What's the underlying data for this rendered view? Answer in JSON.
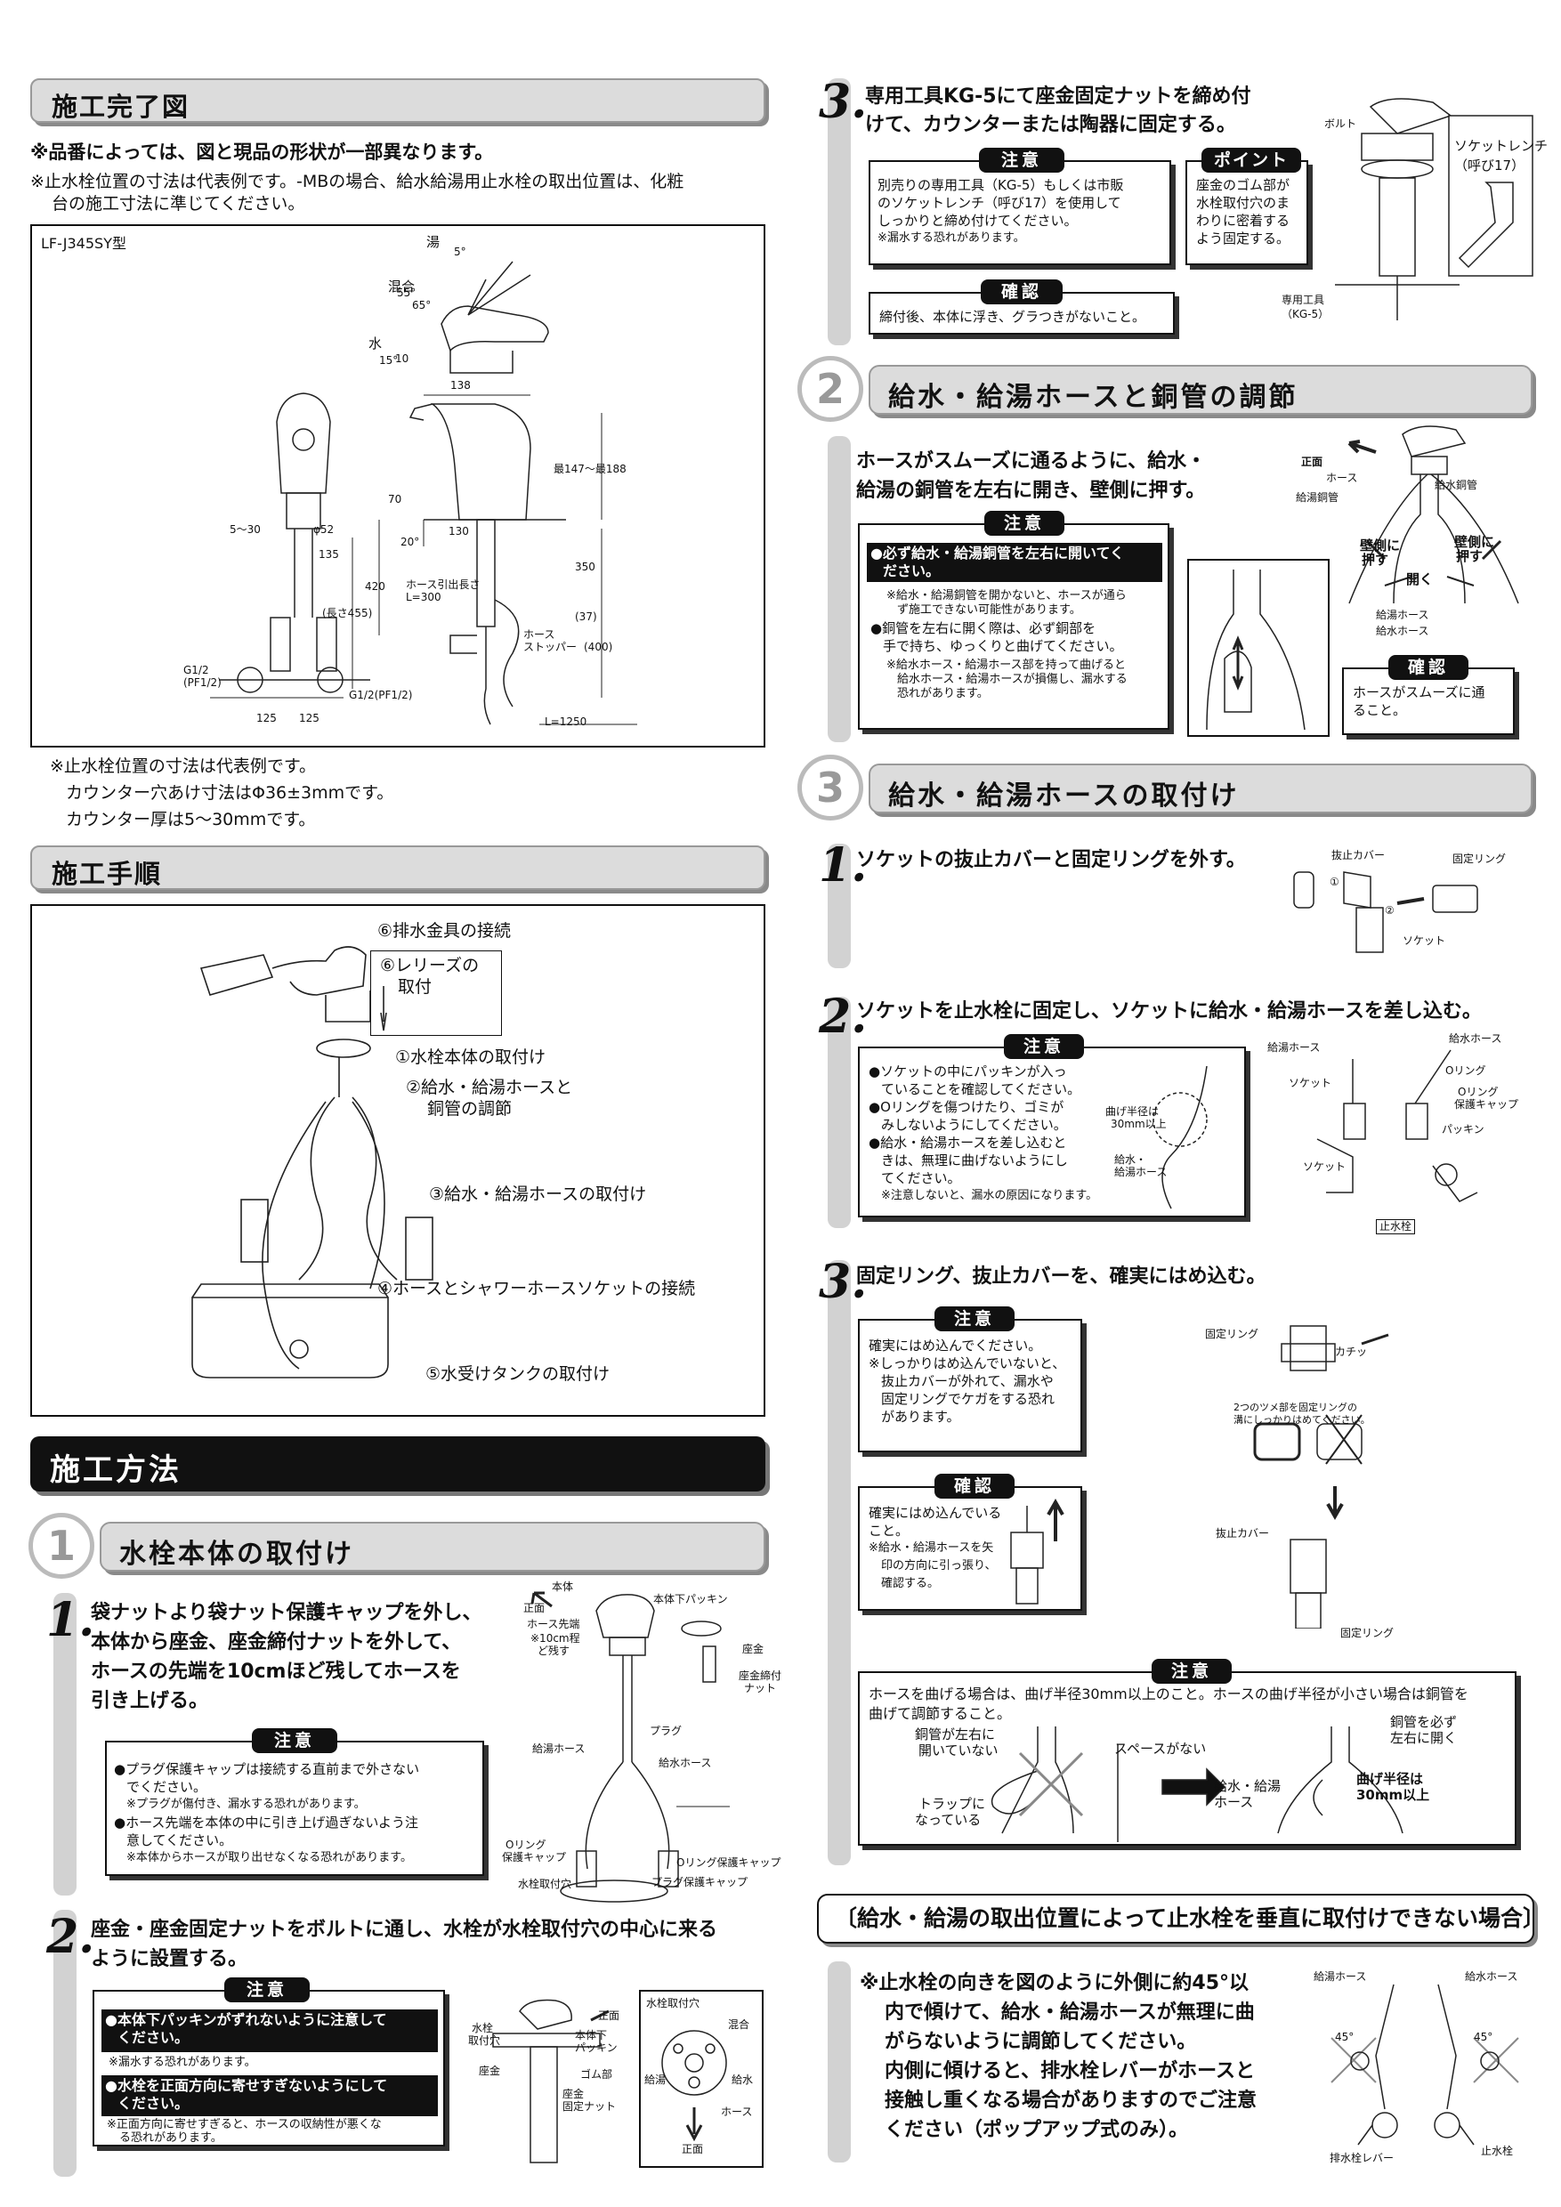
{
  "left": {
    "complete_title": "施工完了図",
    "complete_note1": "※品番によっては、図と現品の形状が一部異なります。",
    "complete_note2a": "※止水栓位置の寸法は代表例です。-MBの場合、給水給湯用止水栓の取出位置は、化粧",
    "complete_note2b": "台の施工寸法に準じてください。",
    "model": "LF-J345SY型",
    "dims": {
      "hot": "湯",
      "mix": "混合",
      "water": "水",
      "a5": "5°",
      "a55": "55°",
      "a65": "65°",
      "a15": "15°",
      "a10": "10",
      "w138": "138",
      "h188": "最147～最188",
      "h70": "70",
      "a20": "20°",
      "w130": "130",
      "r530": "5～30",
      "d52": "φ52",
      "h135": "135",
      "h420": "420",
      "h350": "350",
      "hose_len": "ホース引出長さ",
      "l300": "L=300",
      "len455": "(長さ455)",
      "h37": "(37)",
      "stopper1": "ホース",
      "stopper2": "ストッパー",
      "h400": "(400)",
      "g12a": "G1/2",
      "pf12a": "(PF1/2)",
      "g12b": "G1/2(PF1/2)",
      "w125a": "125",
      "w125b": "125",
      "l1250": "L=1250"
    },
    "after_note1": "※止水栓位置の寸法は代表例です。",
    "after_note2": "カウンター穴あけ寸法はΦ36±3mmです。",
    "after_note3": "カウンター厚は5～30mmです。",
    "proc_title": "施工手順",
    "proc": {
      "p6": "⑥排水金具の接続",
      "p6b1": "⑥レリーズの",
      "p6b2": "取付",
      "p1": "①水栓本体の取付け",
      "p2a": "②給水・給湯ホースと",
      "p2b": "銅管の調節",
      "p3": "③給水・給湯ホースの取付け",
      "p4": "④ホースとシャワーホースソケットの接続",
      "p5": "⑤水受けタンクの取付け"
    },
    "method_title": "施工方法",
    "s1_num": "1",
    "s1_title": "水栓本体の取付け",
    "s1_1_num": "1.",
    "s1_1_l1": "袋ナットより袋ナット保護キャップを外し、",
    "s1_1_l2": "本体から座金、座金締付ナットを外して、",
    "s1_1_l3": "ホースの先端を10cmほど残してホースを",
    "s1_1_l4": "引き上げる。",
    "caution": "注意",
    "s1_1_c1": "●プラグ保護キャップは接続する直前まで外さない",
    "s1_1_c1b": "でください。",
    "s1_1_c1n": "※プラグが傷付き、漏水する恐れがあります。",
    "s1_1_c2": "●ホース先端を本体の中に引き上げ過ぎないよう注",
    "s1_1_c2b": "意してください。",
    "s1_1_c2n": "※本体からホースが取り出せなくなる恐れがあります。",
    "s1_1_fig": {
      "body": "本体",
      "front": "正面",
      "tip": "ホース先端",
      "tip10a": "※10cm程",
      "tip10b": "ど残す",
      "packing": "本体下パッキン",
      "washer": "座金",
      "nut1": "座金締付",
      "nut2": "ナット",
      "plug": "プラグ",
      "hot_hose": "給湯ホース",
      "cold_hose": "給水ホース",
      "oring1": "Oリング",
      "oring2": "保護キャップ",
      "oring_cap": "Oリング保護キャップ",
      "hole": "水栓取付穴",
      "plug_cap": "プラグ保護キャップ"
    },
    "s1_2_num": "2.",
    "s1_2_l1": "座金・座金固定ナットをボルトに通し、水栓が水栓取付穴の中心に来る",
    "s1_2_l2": "ように設置する。",
    "s1_2_c1": "●本体下パッキンがずれないように注意して",
    "s1_2_c1b": "ください。",
    "s1_2_c1n": "※漏水する恐れがあります。",
    "s1_2_c2": "●水栓を正面方向に寄せすぎないようにして",
    "s1_2_c2b": "ください。",
    "s1_2_c2n1": "※正面方向に寄せすぎると、ホースの収納性が悪くな",
    "s1_2_c2n2": "る恐れがあります。",
    "s1_2_fig": {
      "front": "正面",
      "hole1": "水栓",
      "hole2": "取付穴",
      "pk1": "本体下",
      "pk2": "パッキン",
      "washer": "座金",
      "rubber": "ゴム部",
      "fix1": "座金",
      "fix2": "固定ナット",
      "hole_title": "水栓取付穴",
      "mix": "混合",
      "hot": "給湯",
      "cold": "給水",
      "hose": "ホース",
      "front2": "正面"
    }
  },
  "right": {
    "s1_3_num": "3.",
    "s1_3_l1": "専用工具KG-5にて座金固定ナットを締め付",
    "s1_3_l2": "けて、カウンターまたは陶器に固定する。",
    "caution": "注意",
    "point": "ポイント",
    "confirm": "確認",
    "s1_3_c1": "別売りの専用工具（KG-5）もしくは市販",
    "s1_3_c2": "のソケットレンチ（呼び17）を使用して",
    "s1_3_c3": "しっかりと締め付けてください。",
    "s1_3_c4": "※漏水する恐れがあります。",
    "s1_3_p1": "座金のゴム部が",
    "s1_3_p2": "水栓取付穴のま",
    "s1_3_p3": "わりに密着する",
    "s1_3_p4": "よう固定する。",
    "s1_3_k1": "締付後、本体に浮き、グラつきがないこと。",
    "s1_3_fig": {
      "bolt": "ボルト",
      "wrench1": "ソケットレンチ",
      "wrench2": "（呼び17）",
      "tool1": "専用工具",
      "tool2": "（KG-5）"
    },
    "s2_num": "2",
    "s2_title": "給水・給湯ホースと銅管の調節",
    "s2_l1": "ホースがスムーズに通るように、給水・",
    "s2_l2": "給湯の銅管を左右に開き、壁側に押す。",
    "s2_c1": "●必ず給水・給湯銅管を左右に開いてく",
    "s2_c1b": "ださい。",
    "s2_c1n1": "※給水・給湯銅管を開かないと、ホースが通ら",
    "s2_c1n2": "ず施工できない可能性があります。",
    "s2_c2": "●銅管を左右に開く際は、必ず銅部を",
    "s2_c2b": "手で持ち、ゆっくりと曲げてください。",
    "s2_c2n1": "※給水ホース・給湯ホース部を持って曲げると",
    "s2_c2n2": "給水ホース・給湯ホースが損傷し、漏水する",
    "s2_c2n3": "恐れがあります。",
    "s2_fig": {
      "front": "正面",
      "hose": "ホース",
      "cold_pipe": "給水銅管",
      "hot_pipe": "給湯銅管",
      "push1": "壁側に",
      "push2": "押す",
      "push3": "壁側に",
      "push4": "押す",
      "open": "開く",
      "hot_hose": "給湯ホース",
      "cold_hose": "給水ホース"
    },
    "s2_k1": "ホースがスムーズに通",
    "s2_k2": "ること。",
    "s3_num": "3",
    "s3_title": "給水・給湯ホースの取付け",
    "s3_1_num": "1.",
    "s3_1_l1": "ソケットの抜止カバーと固定リングを外す。",
    "s3_1_fig": {
      "cover": "抜止カバー",
      "ring": "固定リング",
      "socket": "ソケット",
      "c1": "①",
      "c2": "②"
    },
    "s3_2_num": "2.",
    "s3_2_l1": "ソケットを止水栓に固定し、ソケットに給水・給湯ホースを差し込む。",
    "s3_2_c1": "●ソケットの中にパッキンが入っ",
    "s3_2_c1b": "ていることを確認してください。",
    "s3_2_c2": "●Oリングを傷つけたり、ゴミが",
    "s3_2_c2b": "みしないようにしてください。",
    "s3_2_c3": "●給水・給湯ホースを差し込むと",
    "s3_2_c3b": "きは、無理に曲げないようにし",
    "s3_2_c3c": "てください。",
    "s3_2_c3n": "※注意しないと、漏水の原因になります。",
    "s3_2_fig": {
      "r1": "曲げ半径は",
      "r2": "30mm以上",
      "h1": "給水・",
      "h2": "給湯ホース",
      "hot_hose": "給湯ホース",
      "cold_hose": "給水ホース",
      "socket": "ソケット",
      "oring": "Oリング",
      "oc1": "Oリング",
      "oc2": "保護キャップ",
      "packing": "パッキン",
      "socket2": "ソケット",
      "valve": "止水栓"
    },
    "s3_3_num": "3.",
    "s3_3_l1": "固定リング、抜止カバーを、確実にはめ込む。",
    "s3_3_c1": "確実にはめ込んでください。",
    "s3_3_c2": "※しっかりはめ込んでいないと、",
    "s3_3_c3": "抜止カバーが外れて、漏水や",
    "s3_3_c4": "固定リングでケガをする恐れ",
    "s3_3_c5": "があります。",
    "s3_3_k1": "確実にはめ込んでいる",
    "s3_3_k2": "こと。",
    "s3_3_k3": "※給水・給湯ホースを矢",
    "s3_3_k4": "印の方向に引っ張り、",
    "s3_3_k5": "確認する。",
    "s3_3_fig": {
      "ring": "固定リング",
      "click": "カチッ",
      "note1": "2つのツメ部を固定リングの",
      "note2": "溝にしっかりはめてください。",
      "cover": "抜止カバー",
      "ring2": "固定リング"
    },
    "bend_c1": "ホースを曲げる場合は、曲げ半径30mm以上のこと。ホースの曲げ半径が小さい場合は銅管を",
    "bend_c2": "曲げて調節すること。",
    "bend_fig": {
      "a1": "銅管が左右に",
      "a2": "開いていない",
      "space": "スペースがない",
      "trap1": "トラップに",
      "trap2": "なっている",
      "b1": "銅管を必ず",
      "b2": "左右に開く",
      "hh1": "給水・給湯",
      "hh2": "ホース",
      "r1": "曲げ半径は",
      "r2": "30mm以上"
    },
    "vert_title": "〔給水・給湯の取出位置によって止水栓を垂直に取付けできない場合〕",
    "vert_l1": "※止水栓の向きを図のように外側に約45°以",
    "vert_l2": "内で傾けて、給水・給湯ホースが無理に曲",
    "vert_l3": "がらないように調節してください。",
    "vert_l4": "内側に傾けると、排水栓レバーがホースと",
    "vert_l5": "接触し重くなる場合がありますのでご注意",
    "vert_l6": "ください（ポップアップ式のみ）。",
    "vert_fig": {
      "hot_hose": "給湯ホース",
      "cold_hose": "給水ホース",
      "a1": "45°",
      "a2": "45°",
      "lever": "排水栓レバー",
      "valve": "止水栓"
    }
  }
}
